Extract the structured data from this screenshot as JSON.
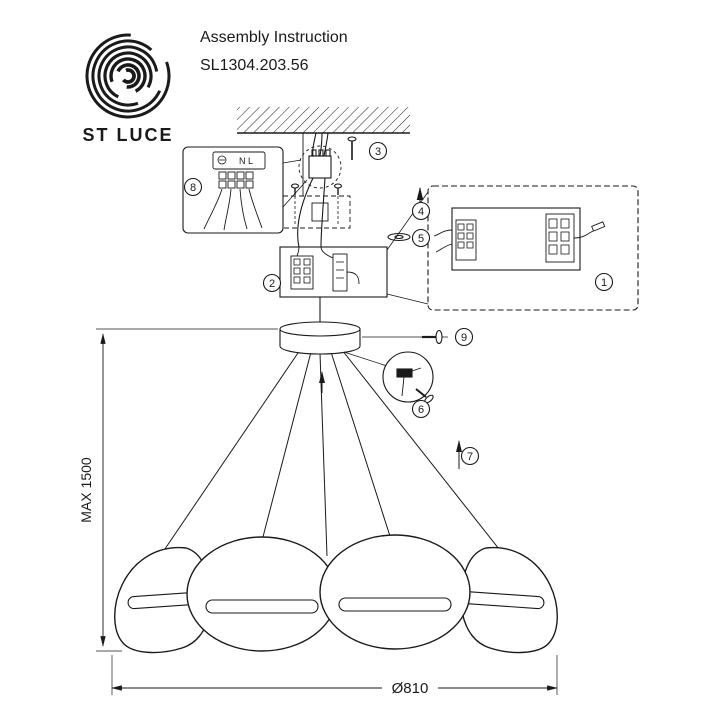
{
  "header": {
    "brand": "ST LUCE",
    "title": "Assembly Instruction",
    "model": "SL1304.203.56"
  },
  "diagram": {
    "callouts": {
      "c1": "1",
      "c2": "2",
      "c3": "3",
      "c4": "4",
      "c5": "5",
      "c6": "6",
      "c7": "7",
      "c8": "8",
      "c9": "9"
    },
    "inset_terminal": {
      "labels": "N L"
    },
    "dimensions": {
      "max_height": "MAX 1500",
      "diameter": "Ø810"
    }
  },
  "colors": {
    "ink": "#1a1a1a",
    "background": "#ffffff"
  }
}
